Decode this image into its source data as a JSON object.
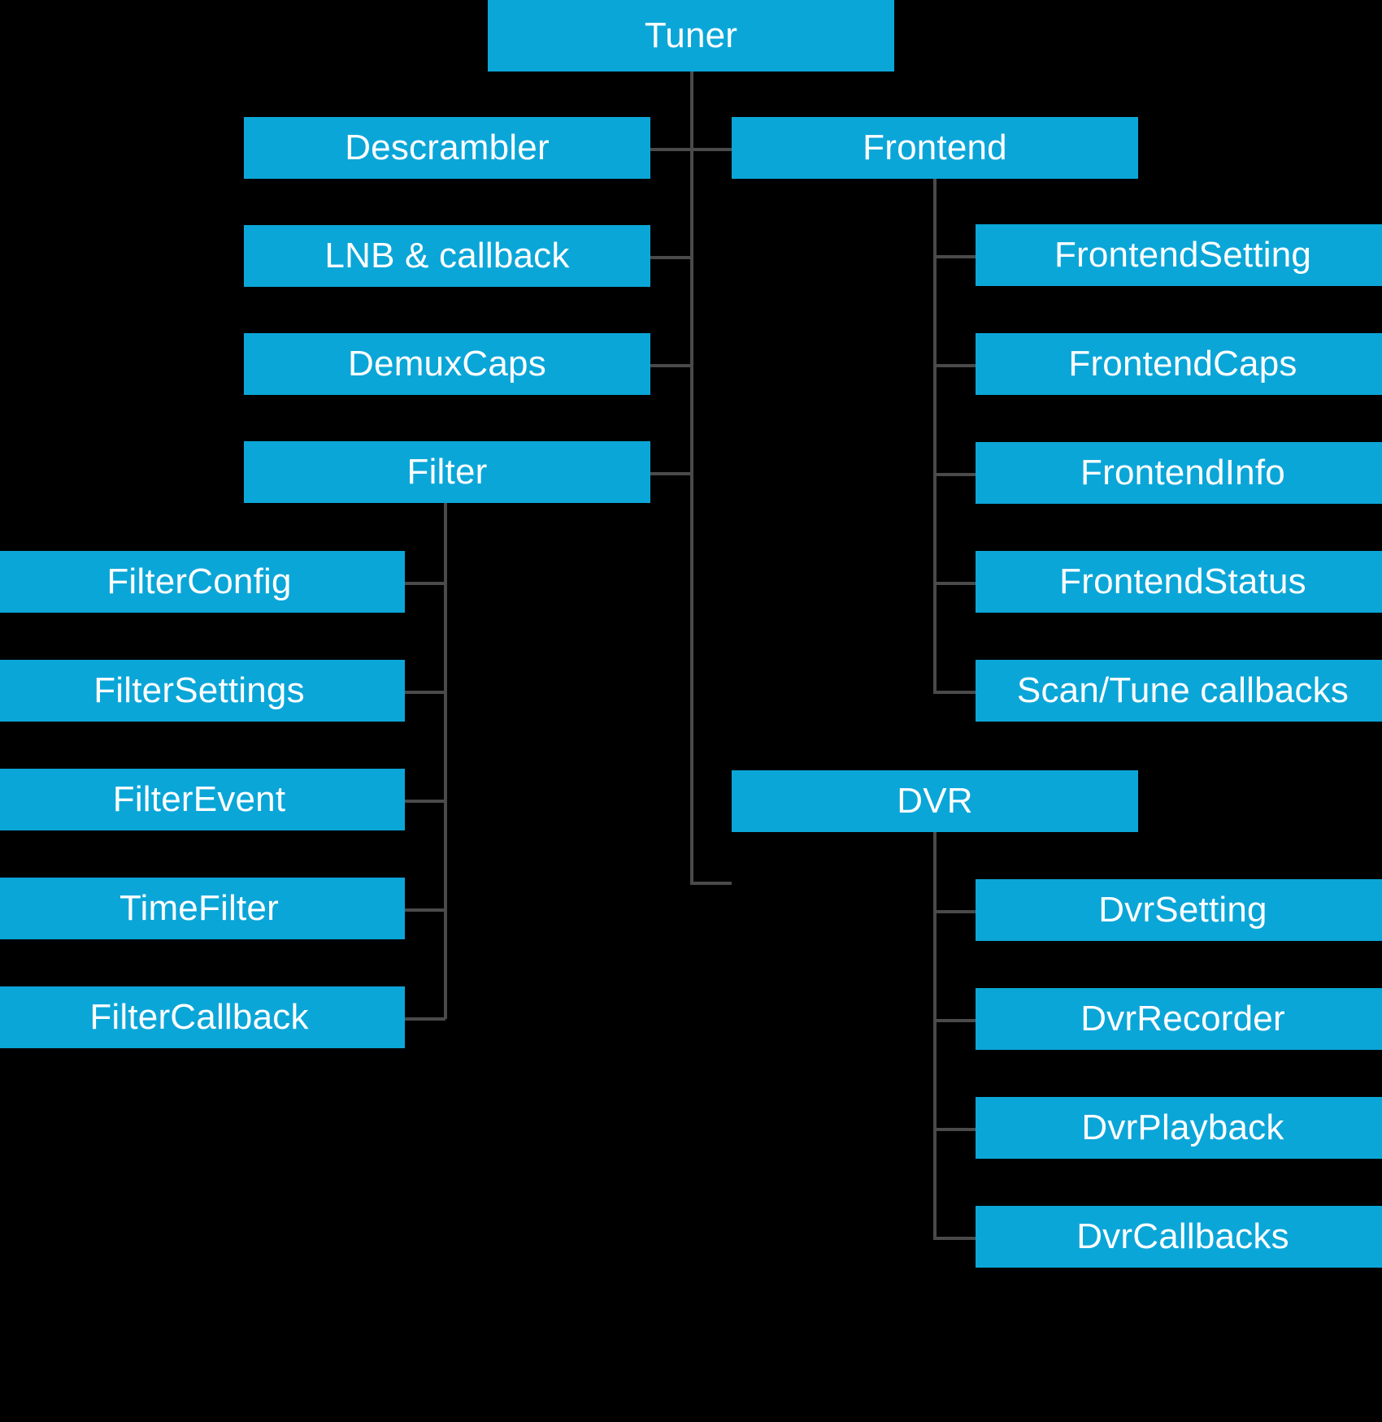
{
  "diagram": {
    "title": "Tuner",
    "type": "hierarchy-tree",
    "background_color": "#000000",
    "node_color": "#0BA6D8",
    "node_text_color": "#FFFFFF",
    "edge_color": "#4A4A4A",
    "nodes": {
      "root": {
        "label": "Tuner"
      },
      "descrambler": {
        "label": "Descrambler"
      },
      "lnb": {
        "label": "LNB & callback"
      },
      "demuxcaps": {
        "label": "DemuxCaps"
      },
      "filter": {
        "label": "Filter"
      },
      "frontend": {
        "label": "Frontend"
      },
      "dvr": {
        "label": "DVR"
      },
      "filter_config": {
        "label": "FilterConfig"
      },
      "filter_settings": {
        "label": "FilterSettings"
      },
      "filter_event": {
        "label": "FilterEvent"
      },
      "time_filter": {
        "label": "TimeFilter"
      },
      "filter_callback": {
        "label": "FilterCallback"
      },
      "frontend_setting": {
        "label": "FrontendSetting"
      },
      "frontend_caps": {
        "label": "FrontendCaps"
      },
      "frontend_info": {
        "label": "FrontendInfo"
      },
      "frontend_status": {
        "label": "FrontendStatus"
      },
      "scan_tune_callbacks": {
        "label": "Scan/Tune callbacks"
      },
      "dvr_setting": {
        "label": "DvrSetting"
      },
      "dvr_recorder": {
        "label": "DvrRecorder"
      },
      "dvr_playback": {
        "label": "DvrPlayback"
      },
      "dvr_callbacks": {
        "label": "DvrCallbacks"
      }
    },
    "edges": [
      {
        "from": "root",
        "to": "descrambler"
      },
      {
        "from": "root",
        "to": "lnb"
      },
      {
        "from": "root",
        "to": "demuxcaps"
      },
      {
        "from": "root",
        "to": "filter"
      },
      {
        "from": "root",
        "to": "frontend"
      },
      {
        "from": "root",
        "to": "dvr"
      },
      {
        "from": "filter",
        "to": "filter_config"
      },
      {
        "from": "filter",
        "to": "filter_settings"
      },
      {
        "from": "filter",
        "to": "filter_event"
      },
      {
        "from": "filter",
        "to": "time_filter"
      },
      {
        "from": "filter",
        "to": "filter_callback"
      },
      {
        "from": "frontend",
        "to": "frontend_setting"
      },
      {
        "from": "frontend",
        "to": "frontend_caps"
      },
      {
        "from": "frontend",
        "to": "frontend_info"
      },
      {
        "from": "frontend",
        "to": "frontend_status"
      },
      {
        "from": "frontend",
        "to": "scan_tune_callbacks"
      },
      {
        "from": "dvr",
        "to": "dvr_setting"
      },
      {
        "from": "dvr",
        "to": "dvr_recorder"
      },
      {
        "from": "dvr",
        "to": "dvr_playback"
      },
      {
        "from": "dvr",
        "to": "dvr_callbacks"
      }
    ]
  }
}
